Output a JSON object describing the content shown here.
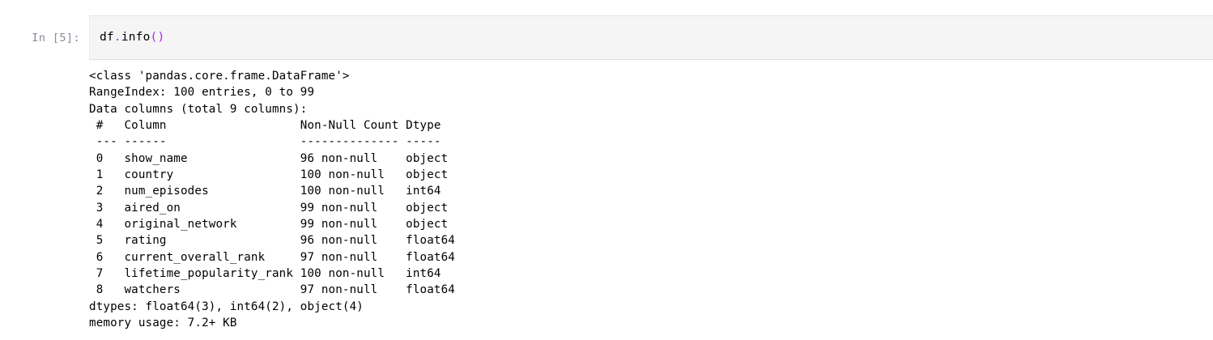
{
  "cell": {
    "prompt_label": "In [5]:",
    "execution_count": 5,
    "code": "df.info()",
    "code_tokens": {
      "object_name": "df",
      "dot": ".",
      "method": "info",
      "parens": "()"
    }
  },
  "output": {
    "class_line": "<class 'pandas.core.frame.DataFrame'>",
    "index_line": "RangeIndex: 100 entries, 0 to 99",
    "columns_line": "Data columns (total 9 columns):",
    "headers": [
      "#",
      "Column",
      "Non-Null Count",
      "Dtype"
    ],
    "header_rules": [
      "---",
      "------",
      "--------------",
      "-----"
    ],
    "rows": [
      {
        "index": "0",
        "column": "show_name",
        "non_null": "96 non-null",
        "dtype": "object"
      },
      {
        "index": "1",
        "column": "country",
        "non_null": "100 non-null",
        "dtype": "object"
      },
      {
        "index": "2",
        "column": "num_episodes",
        "non_null": "100 non-null",
        "dtype": "int64"
      },
      {
        "index": "3",
        "column": "aired_on",
        "non_null": "99 non-null",
        "dtype": "object"
      },
      {
        "index": "4",
        "column": "original_network",
        "non_null": "99 non-null",
        "dtype": "object"
      },
      {
        "index": "5",
        "column": "rating",
        "non_null": "96 non-null",
        "dtype": "float64"
      },
      {
        "index": "6",
        "column": "current_overall_rank",
        "non_null": "97 non-null",
        "dtype": "float64"
      },
      {
        "index": "7",
        "column": "lifetime_popularity_rank",
        "non_null": "100 non-null",
        "dtype": "int64"
      },
      {
        "index": "8",
        "column": "watchers",
        "non_null": "97 non-null",
        "dtype": "float64"
      }
    ],
    "dtypes_line": "dtypes: float64(3), int64(2), object(4)",
    "memory_line": "memory usage: 7.2+ KB"
  },
  "colors": {
    "cell_background": "#f5f5f5",
    "prompt_text": "#8b8b9b",
    "code_text": "#000000",
    "operator": "#aa22ff",
    "output_text": "#000000",
    "page_background": "#ffffff"
  },
  "layout": {
    "column_widths": {
      "index": 4,
      "column": 25,
      "non_null": 15,
      "dtype": 8
    },
    "left_gutter": 1
  }
}
